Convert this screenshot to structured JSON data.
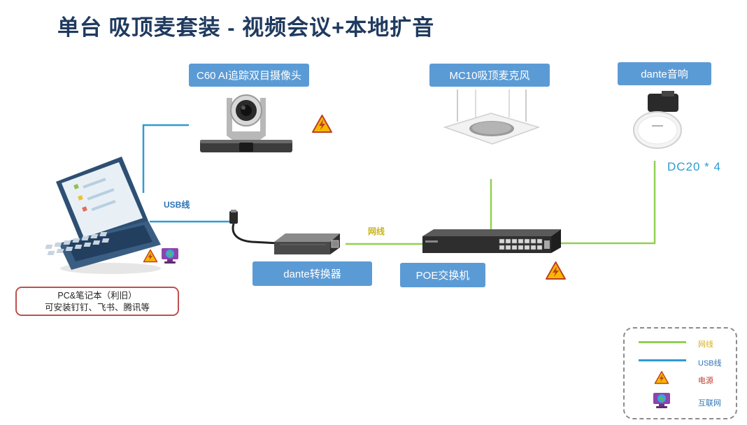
{
  "title": "单台 吸顶麦套装 - 视频会议+本地扩音",
  "devices": {
    "camera_label": "C60 AI追踪双目摄像头",
    "mic_label": "MC10吸顶麦克风",
    "speaker_label": "dante音响",
    "speaker_count": "DC20 * 4",
    "converter_label": "dante转换器",
    "switch_label": "POE交换机",
    "pc_line1": "PC&笔记本（利旧）",
    "pc_line2": "可安装钉钉、飞书、腾讯等"
  },
  "wires": {
    "usb_label": "USB线",
    "net_label": "网线"
  },
  "legend": {
    "network": "网线",
    "usb": "USB线",
    "power": "电源",
    "internet": "互联网"
  },
  "colors": {
    "network_line": "#92d050",
    "usb_line": "#2e9bd6",
    "label_box": "#5b9bd5",
    "title": "#1f3a5f",
    "power_icon": "#f5b800",
    "legend_network_text": "#d4b020",
    "legend_usb_text": "#2e75b6",
    "legend_power_text": "#c0392b",
    "legend_internet_text": "#2e75b6"
  }
}
